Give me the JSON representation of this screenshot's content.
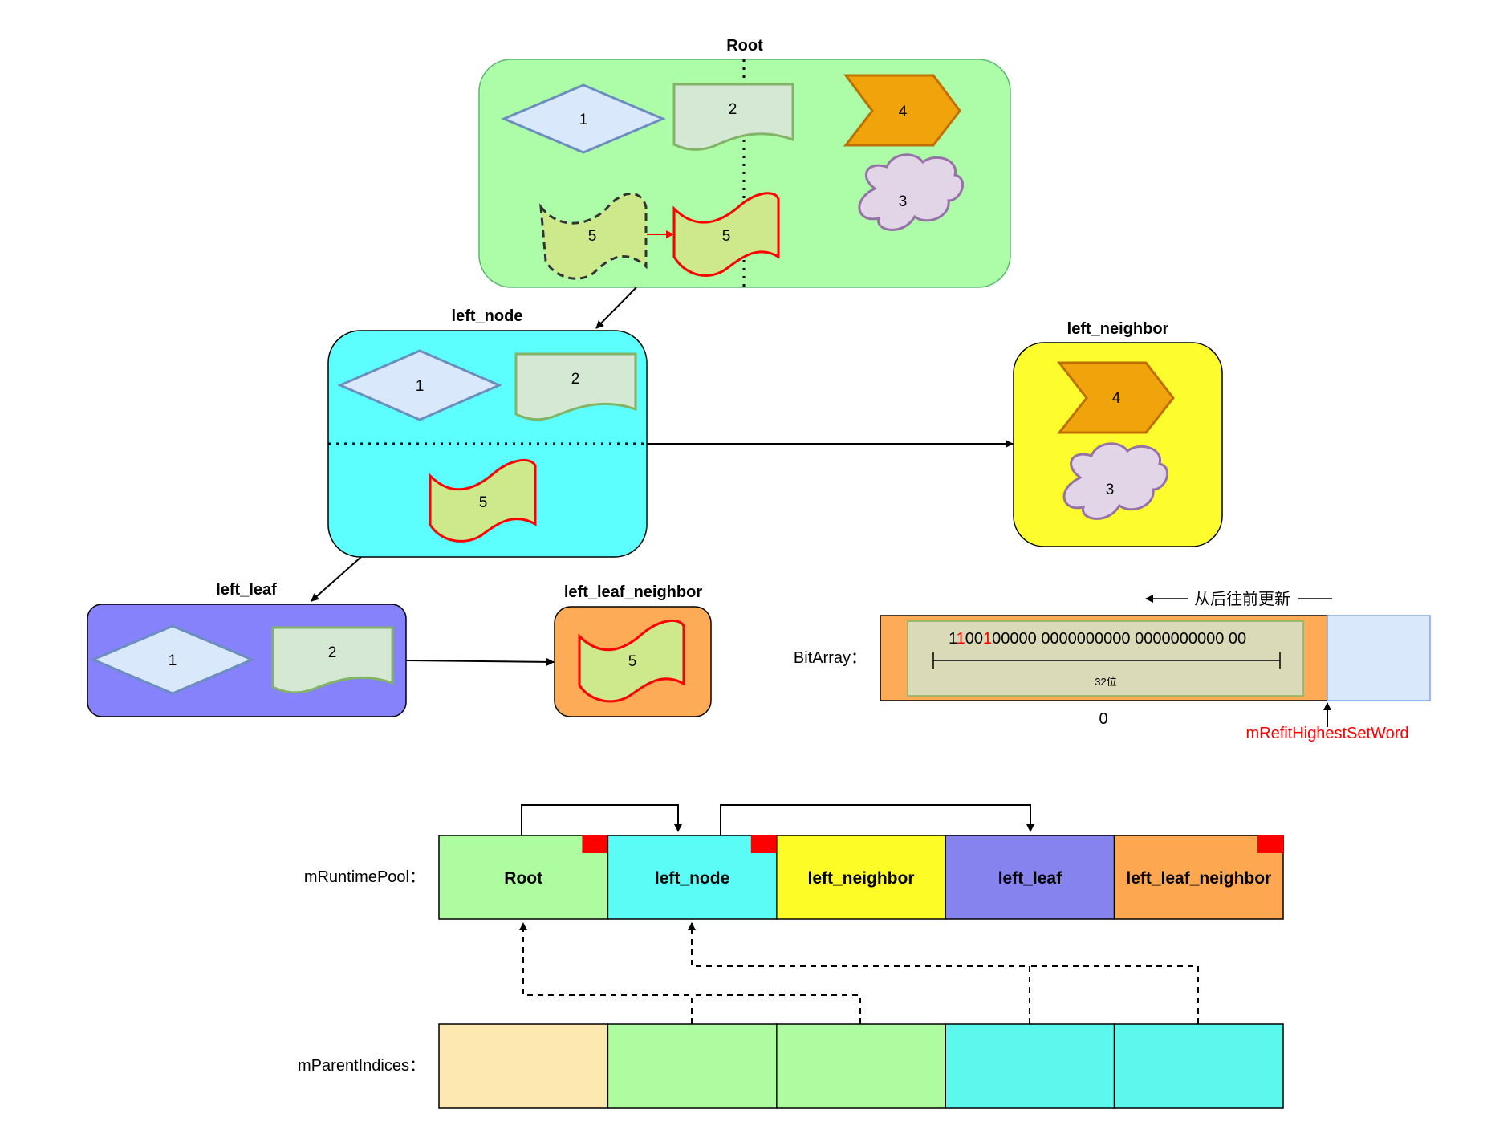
{
  "tree": {
    "root": {
      "title": "Root",
      "shapes": {
        "diamond": "1",
        "document": "2",
        "step": "4",
        "cloud": "3",
        "tape_ghost": "5",
        "tape": "5"
      }
    },
    "left_node": {
      "title": "left_node",
      "shapes": {
        "diamond": "1",
        "document": "2",
        "tape": "5"
      }
    },
    "left_neighbor": {
      "title": "left_neighbor",
      "shapes": {
        "step": "4",
        "cloud": "3"
      }
    },
    "left_leaf": {
      "title": "left_leaf",
      "shapes": {
        "diamond": "1",
        "document": "2"
      }
    },
    "left_leaf_neighbor": {
      "title": "left_leaf_neighbor",
      "shapes": {
        "tape": "5"
      }
    }
  },
  "bitarray": {
    "label": "BitArray：",
    "direction_note": "从后往前更新",
    "bits_prefix": "1",
    "bits_red1": "1",
    "bits_mid": "00",
    "bits_red2": "1",
    "bits_rest": "00000 0000000000 0000000000 00",
    "width_note": "32位",
    "index_zero": "0",
    "pointer_label": "mRefitHighestSetWord"
  },
  "runtime_pool": {
    "label": "mRuntimePool：",
    "cells": [
      {
        "label": "Root",
        "color": "#adfca0",
        "flag": true
      },
      {
        "label": "left_node",
        "color": "#5cfcf6",
        "flag": true
      },
      {
        "label": "left_neighbor",
        "color": "#fdfc27",
        "flag": false
      },
      {
        "label": "left_leaf",
        "color": "#8682ee",
        "flag": false
      },
      {
        "label": "left_leaf_neighbor",
        "color": "#fda851",
        "flag": true
      }
    ]
  },
  "parent_indices": {
    "label": "mParentIndices：",
    "cells": [
      {
        "color": "#fde8af"
      },
      {
        "color": "#adfca0"
      },
      {
        "color": "#adfca0"
      },
      {
        "color": "#5cf8ed"
      },
      {
        "color": "#5cf8ed"
      }
    ]
  },
  "colors": {
    "root_bg": "#adfca8",
    "left_node_bg": "#5cfefe",
    "left_neighbor_bg": "#fdfd2e",
    "left_leaf_bg": "#8582fb",
    "left_leaf_neighbor_bg": "#fdab56",
    "diamond_fill": "#dae8fc",
    "document_fill": "#d5e8d4",
    "step_fill": "#f0a30a",
    "cloud_fill": "#e1d5e7",
    "tape_fill": "#cde98c",
    "flag_red": "#ff0000"
  }
}
